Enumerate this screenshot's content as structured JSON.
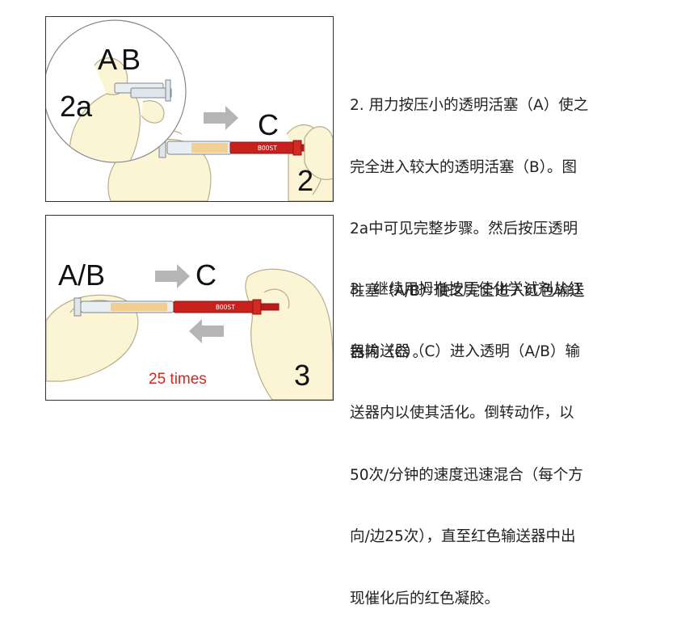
{
  "step2": {
    "labels": {
      "a": "A",
      "b": "B",
      "c": "C",
      "step": "2",
      "inset": "2a"
    },
    "lines": [
      "2. 用力按压小的透明活塞（A）使之",
      "完全进入较大的透明活塞（B）。图",
      "2a中可见完整步骤。然后按压透明",
      "柱塞（A/B）使之完全进入红色输送",
      "器内（C）。"
    ]
  },
  "step3": {
    "labels": {
      "ab": "A/B",
      "c": "C",
      "step": "3",
      "times": "25 times"
    },
    "lines": [
      "3.  继续用拇指按压使化学试剂从红",
      "色输送器（C）进入透明（A/B）输",
      "送器内以使其活化。倒转动作，以",
      "50次/分钟的速度迅速混合（每个方",
      "向/边25次），直至红色输送器中出",
      "现催化后的红色凝胶。"
    ]
  },
  "syringe_text": "BOOST",
  "colors": {
    "skin": "#fbf4d5",
    "skin_line": "#b9ad8a",
    "red": "#c8201c",
    "arrow": "#b5b5b5",
    "times": "#d9241f"
  }
}
